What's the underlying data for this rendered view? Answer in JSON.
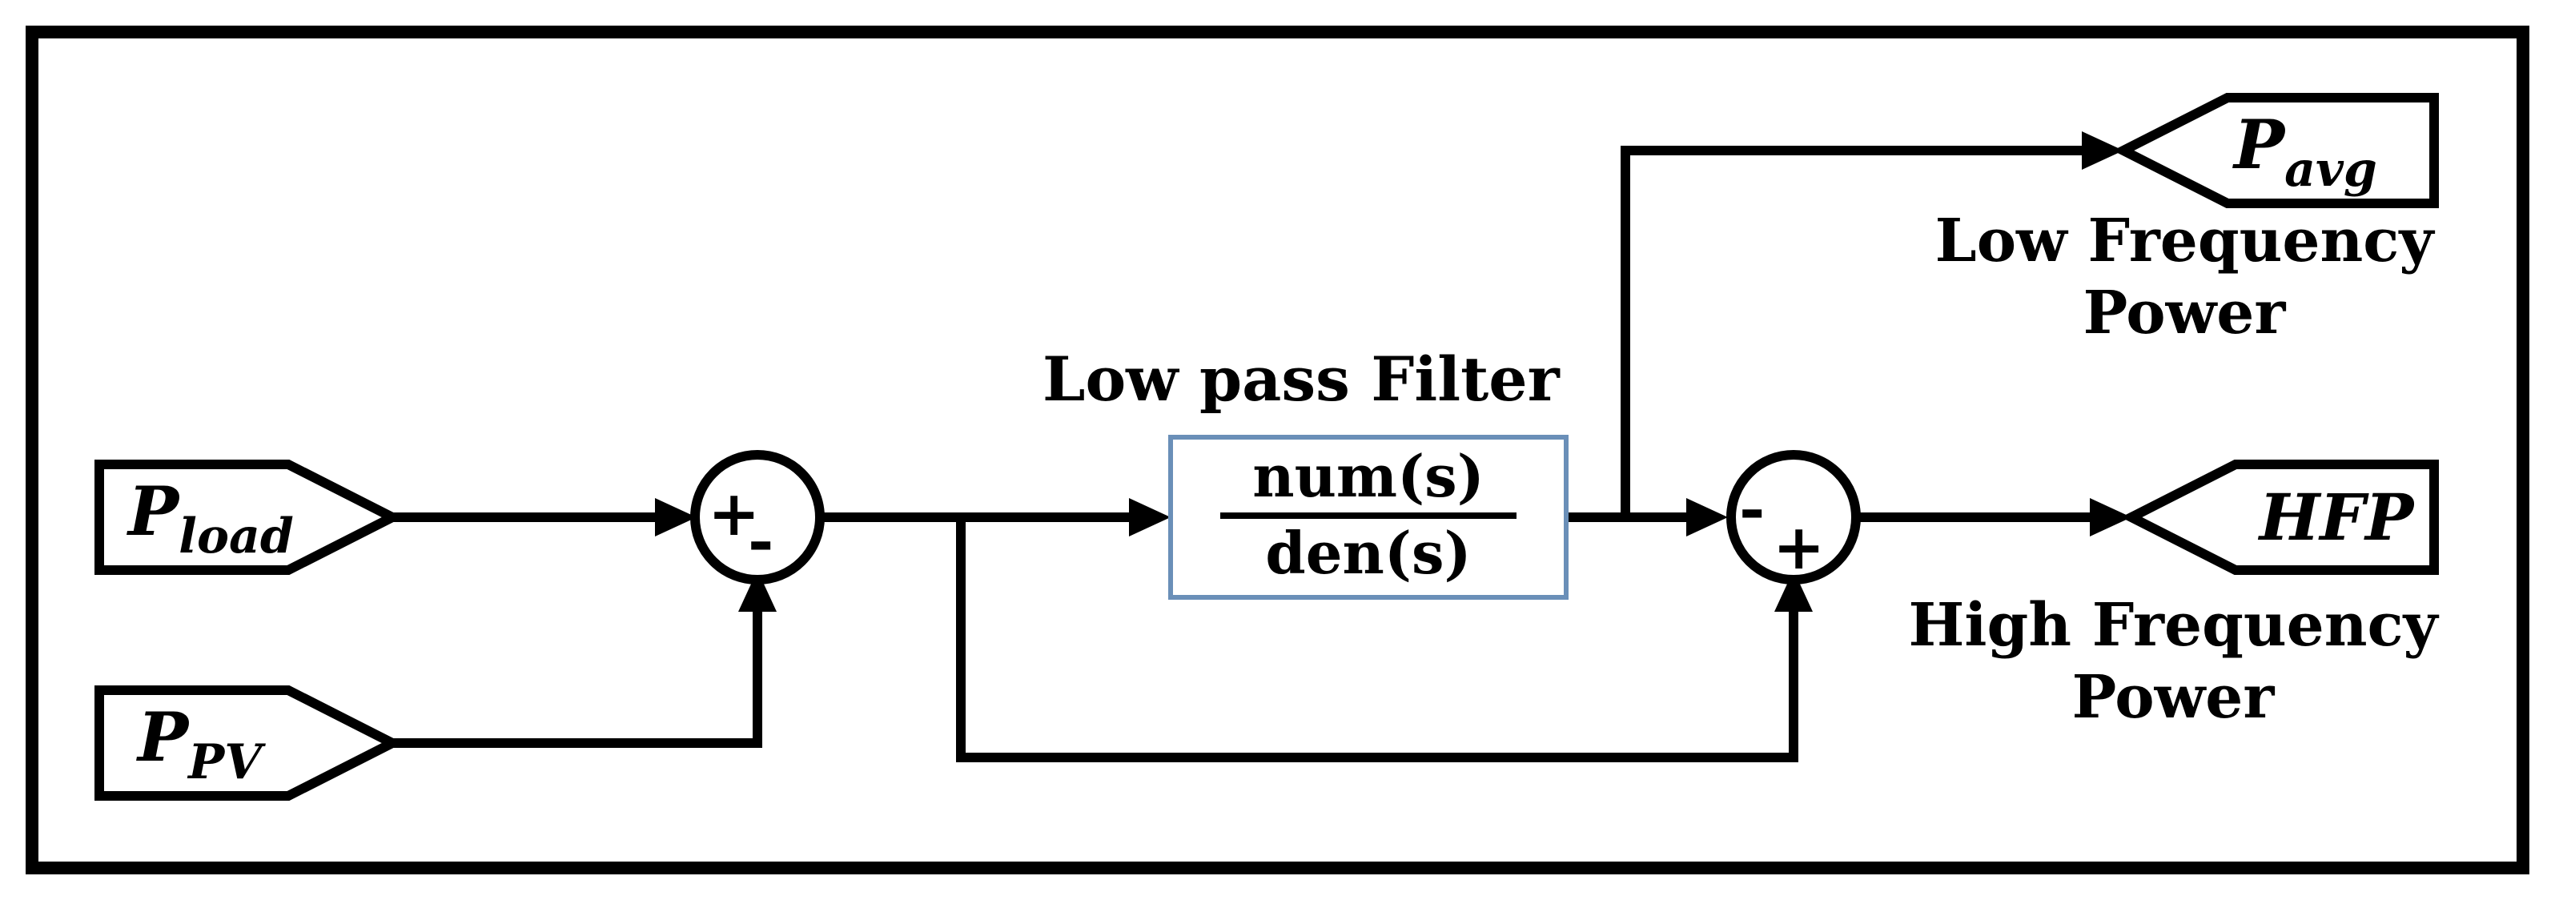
{
  "inputs": {
    "p_load": {
      "base": "P",
      "sub": "load"
    },
    "p_pv": {
      "base": "P",
      "sub": "PV"
    }
  },
  "outputs": {
    "p_avg": {
      "base": "P",
      "sub": "avg",
      "caption_line1": "Low Frequency",
      "caption_line2": "Power"
    },
    "hfp": {
      "label": "HFP",
      "caption_line1": "High Frequency",
      "caption_line2": "Power"
    }
  },
  "filter": {
    "title": "Low pass Filter",
    "numerator": "num(s)",
    "denominator": "den(s)",
    "border_color": "#6a8fb8"
  },
  "sum1": {
    "sign_in_left": "+",
    "sign_in_bottom": "-"
  },
  "sum2": {
    "sign_in_left": "-",
    "sign_in_bottom": "+"
  }
}
